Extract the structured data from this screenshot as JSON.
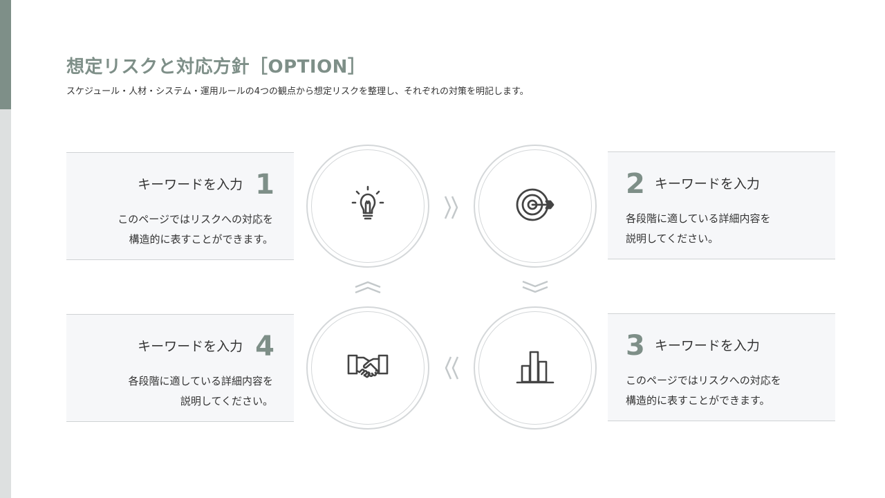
{
  "header": {
    "title": "想定リスクと対応方針［OPTION］",
    "subtitle": "スケジュール・人材・システム・運用ルールの4つの観点から想定リスクを整理し、それぞれの対策を明記します。"
  },
  "cards": [
    {
      "number": "1",
      "keyword": "キーワードを入力",
      "line1": "このページではリスクへの対応を",
      "line2": "構造的に表すことができます。",
      "icon": "lightbulb-icon"
    },
    {
      "number": "2",
      "keyword": "キーワードを入力",
      "line1": "各段階に適している詳細内容を",
      "line2": "説明してください。",
      "icon": "target-icon"
    },
    {
      "number": "3",
      "keyword": "キーワードを入力",
      "line1": "このページではリスクへの対応を",
      "line2": "構造的に表すことができます。",
      "icon": "bar-chart-icon"
    },
    {
      "number": "4",
      "keyword": "キーワードを入力",
      "line1": "各段階に適している詳細内容を",
      "line2": "説明してください。",
      "icon": "handshake-icon"
    }
  ],
  "colors": {
    "accent": "#7e8f88",
    "card_background": "#f6f7f9",
    "circle_border": "#d4d7d9",
    "arrow": "#c3c8ca",
    "icon": "#444444"
  }
}
